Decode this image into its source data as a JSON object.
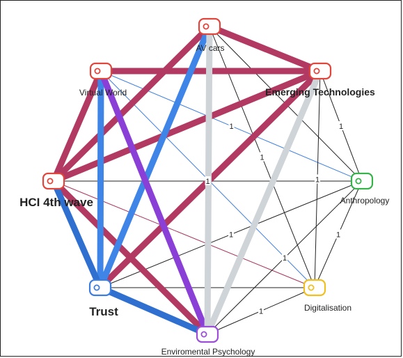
{
  "colors": {
    "maroon": "#b23a62",
    "blue": "#3f85e8",
    "darkblue": "#2f6fd0",
    "purple": "#8a3fd6",
    "grey": "#cfd4d8",
    "thin_blue": "#3c7de0",
    "thin_maroon": "#a8325c",
    "black": "#222222",
    "red_node": "#e0463c",
    "green_node": "#38b24a",
    "yellow_node": "#f0c020",
    "blue_node": "#3c7de0",
    "purple_node": "#9b4fd8"
  },
  "nodes": [
    {
      "id": "av",
      "label": "AV cars",
      "color": "red_node",
      "bold": false,
      "icon": "toggle-icon"
    },
    {
      "id": "emerging",
      "label": "Emerging Technologies",
      "color": "red_node",
      "bold": true,
      "icon": "toggle-icon"
    },
    {
      "id": "anthro",
      "label": "Anthropology",
      "color": "green_node",
      "bold": false,
      "icon": "toggle-icon"
    },
    {
      "id": "digital",
      "label": "Digitalisation",
      "color": "yellow_node",
      "bold": false,
      "icon": "toggle-icon"
    },
    {
      "id": "envpsy",
      "label": "Enviromental Psychology",
      "color": "purple_node",
      "bold": false,
      "icon": "toggle-icon"
    },
    {
      "id": "trust",
      "label": "Trust",
      "color": "blue_node",
      "bold": true,
      "icon": "toggle-icon"
    },
    {
      "id": "hci",
      "label": "HCI 4th wave",
      "color": "red_node",
      "bold": true,
      "icon": "toggle-icon"
    },
    {
      "id": "virtual",
      "label": "Virtual World",
      "color": "red_node",
      "bold": false,
      "icon": "toggle-icon"
    }
  ],
  "edges": [
    {
      "from": "av",
      "to": "emerging",
      "color": "maroon",
      "weight": "thick"
    },
    {
      "from": "virtual",
      "to": "emerging",
      "color": "maroon",
      "weight": "thick"
    },
    {
      "from": "virtual",
      "to": "hci",
      "color": "maroon",
      "weight": "thick"
    },
    {
      "from": "av",
      "to": "hci",
      "color": "maroon",
      "weight": "thick"
    },
    {
      "from": "emerging",
      "to": "hci",
      "color": "maroon",
      "weight": "thick"
    },
    {
      "from": "emerging",
      "to": "trust",
      "color": "maroon",
      "weight": "thick"
    },
    {
      "from": "hci",
      "to": "envpsy",
      "color": "maroon",
      "weight": "thick"
    },
    {
      "from": "av",
      "to": "trust",
      "color": "blue",
      "weight": "thick"
    },
    {
      "from": "virtual",
      "to": "trust",
      "color": "blue",
      "weight": "thick"
    },
    {
      "from": "hci",
      "to": "trust",
      "color": "darkblue",
      "weight": "thick"
    },
    {
      "from": "trust",
      "to": "envpsy",
      "color": "darkblue",
      "weight": "thick"
    },
    {
      "from": "virtual",
      "to": "envpsy",
      "color": "purple",
      "weight": "thick"
    },
    {
      "from": "av",
      "to": "envpsy",
      "color": "grey",
      "weight": "thick"
    },
    {
      "from": "emerging",
      "to": "envpsy",
      "color": "grey",
      "weight": "thick"
    },
    {
      "from": "virtual",
      "to": "anthro",
      "color": "thin_blue",
      "weight": "thin",
      "label": "1"
    },
    {
      "from": "virtual",
      "to": "digital",
      "color": "thin_blue",
      "weight": "thin"
    },
    {
      "from": "hci",
      "to": "digital",
      "color": "thin_maroon",
      "weight": "thin"
    },
    {
      "from": "hci",
      "to": "anthro",
      "color": "black",
      "weight": "thin",
      "label": "1"
    },
    {
      "from": "av",
      "to": "digital",
      "color": "black",
      "weight": "thin",
      "label": "1"
    },
    {
      "from": "av",
      "to": "anthro",
      "color": "black",
      "weight": "thin"
    },
    {
      "from": "emerging",
      "to": "anthro",
      "color": "black",
      "weight": "thin",
      "label": "1"
    },
    {
      "from": "emerging",
      "to": "digital",
      "color": "black",
      "weight": "thin",
      "label": "1"
    },
    {
      "from": "anthro",
      "to": "digital",
      "color": "black",
      "weight": "thin",
      "label": "1"
    },
    {
      "from": "anthro",
      "to": "trust",
      "color": "black",
      "weight": "thin",
      "label": "1"
    },
    {
      "from": "digital",
      "to": "trust",
      "color": "black",
      "weight": "thin"
    },
    {
      "from": "digital",
      "to": "envpsy",
      "color": "black",
      "weight": "thin",
      "label": "1"
    },
    {
      "from": "anthro",
      "to": "envpsy",
      "color": "black",
      "weight": "thin",
      "label": "1"
    }
  ]
}
